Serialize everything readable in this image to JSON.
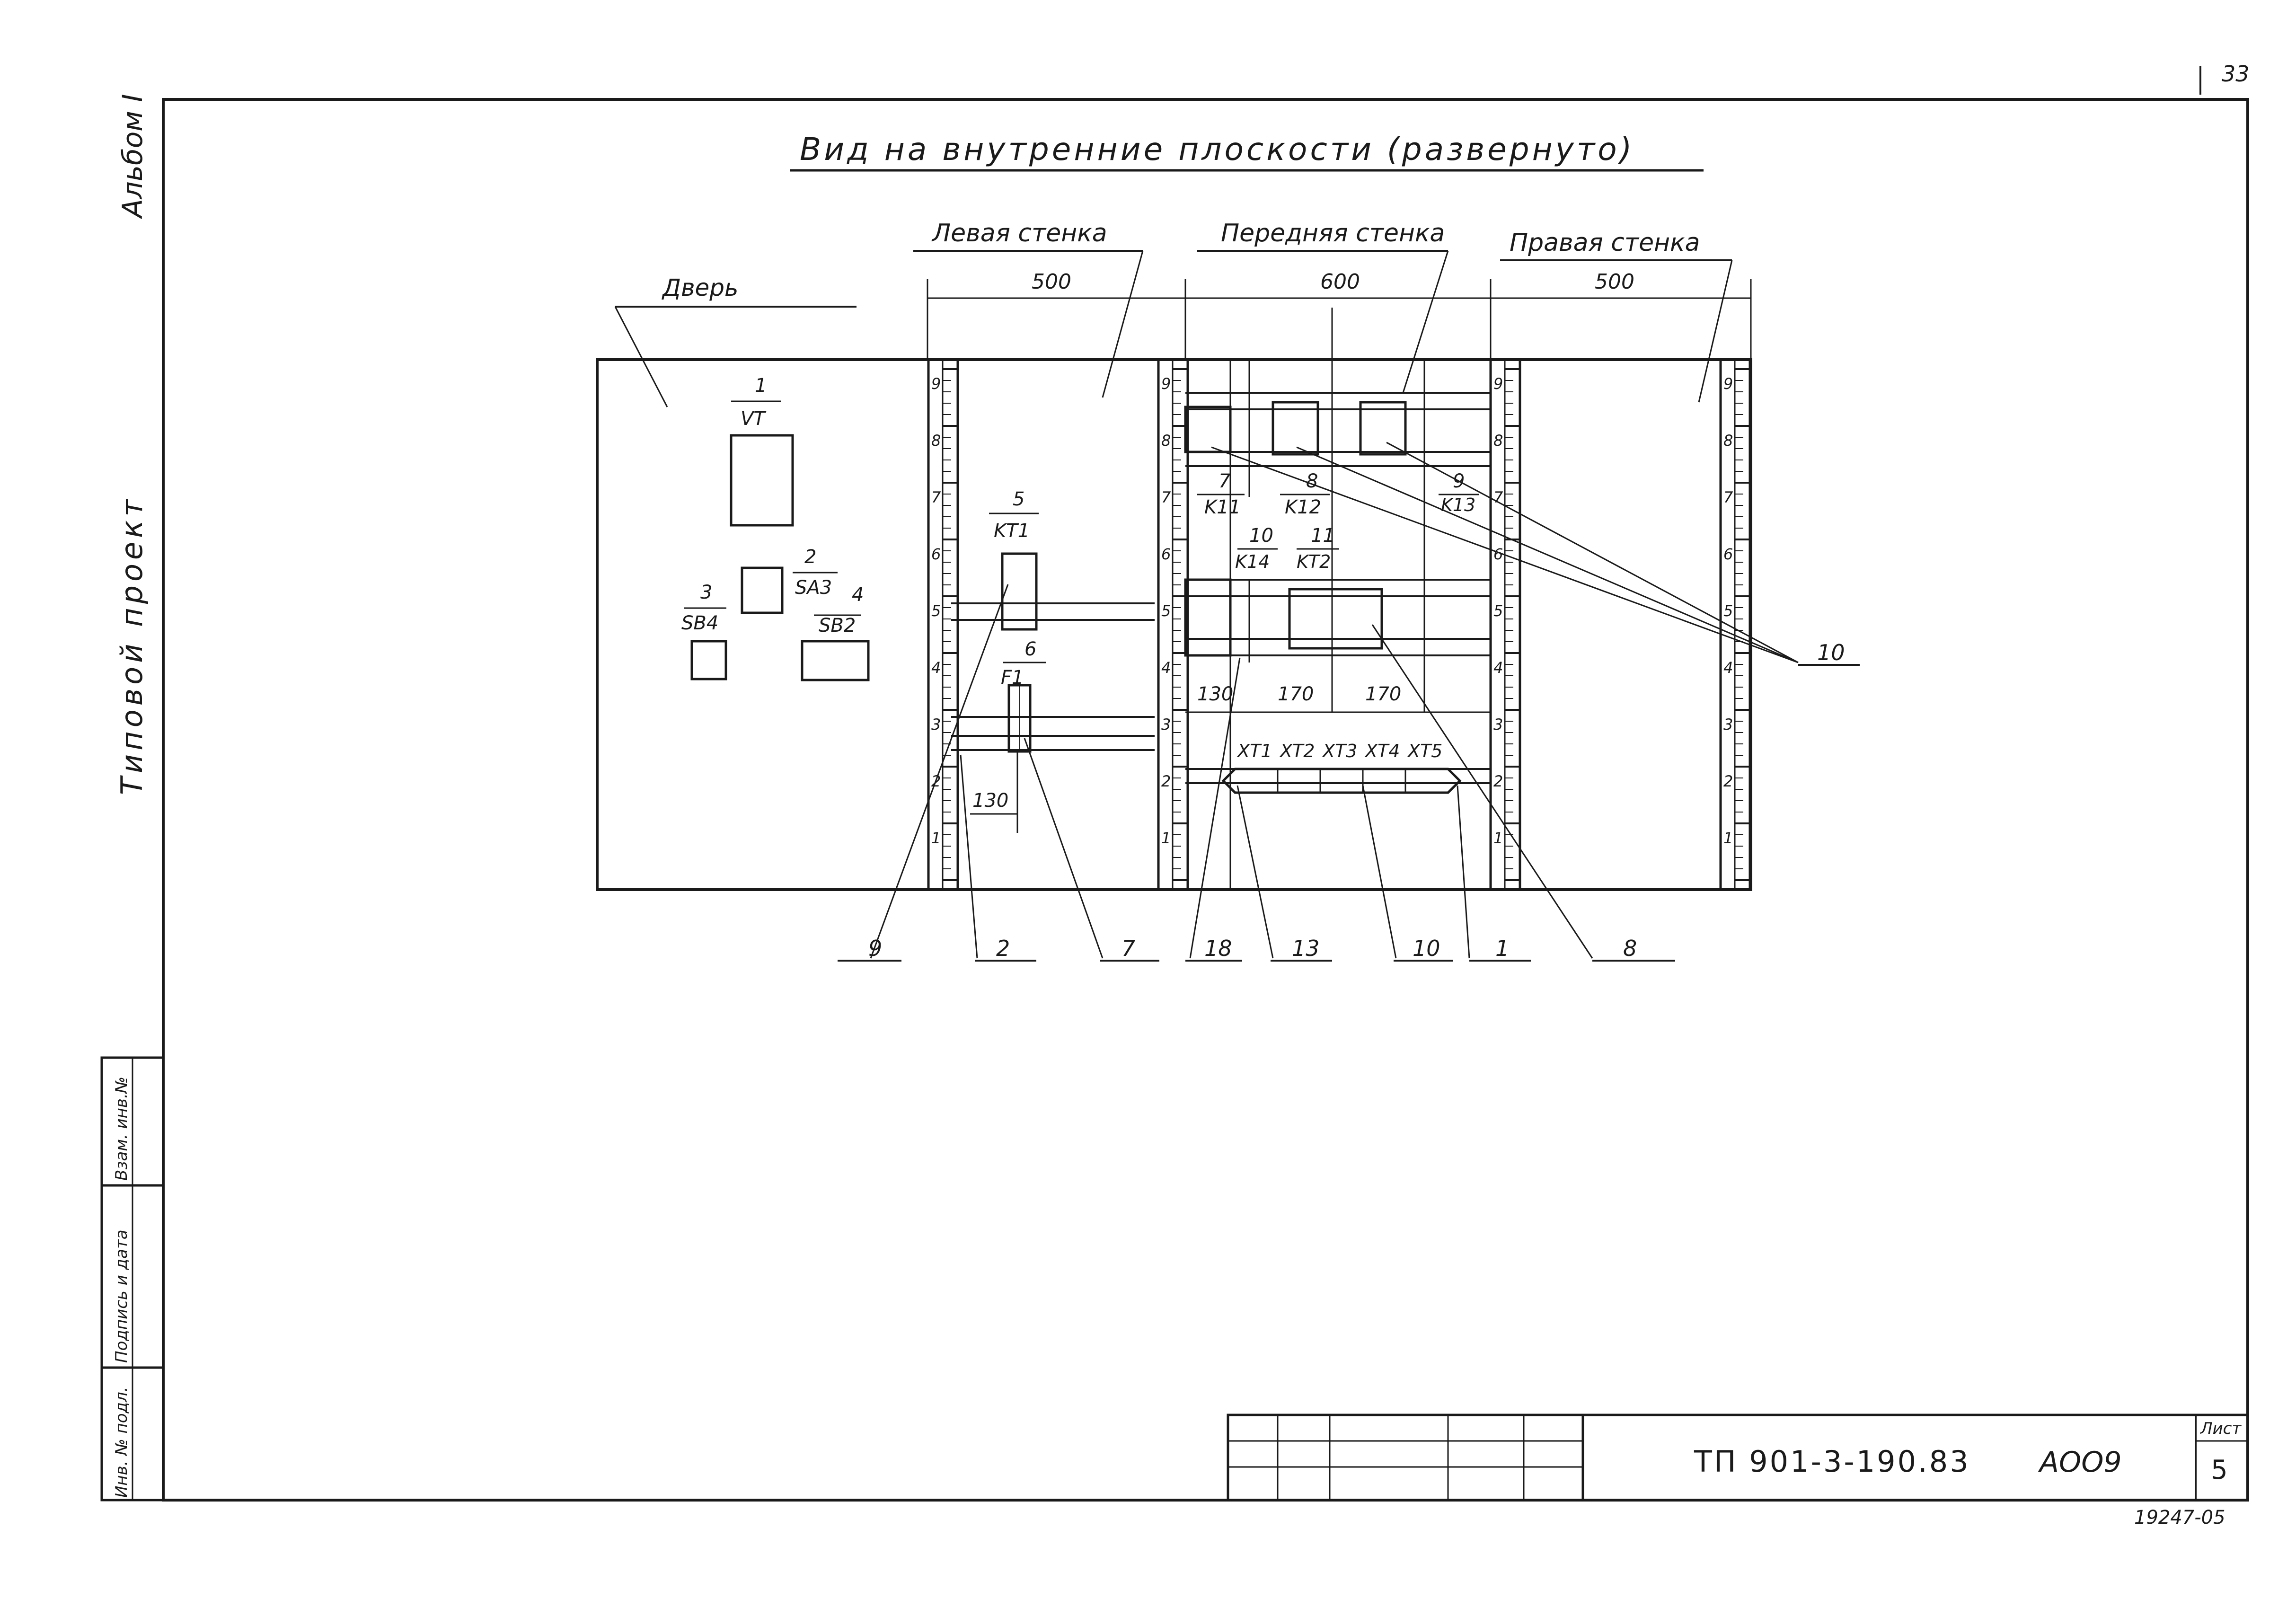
{
  "sheet_corner_number": "33",
  "title": "Вид на внутренние плоскости (развернуто)",
  "left_margin": {
    "album": "Альбом I",
    "project": "Типовой проект"
  },
  "stamp_columns": [
    "Инв. № подл.",
    "Подпись и дата",
    "Взам. инв.№"
  ],
  "panels": [
    {
      "label": "Дверь"
    },
    {
      "label": "Левая стенка",
      "width_dim": "500"
    },
    {
      "label": "Передняя стенка",
      "width_dim": "600"
    },
    {
      "label": "Правая стенка",
      "width_dim": "500"
    }
  ],
  "scale_numbers": [
    "1",
    "2",
    "3",
    "4",
    "5",
    "6",
    "7",
    "8",
    "9"
  ],
  "door_devices": [
    {
      "num": "1",
      "code": "VT"
    },
    {
      "num": "2",
      "code": "SA3"
    },
    {
      "num": "3",
      "code": "SB4"
    },
    {
      "num": "4",
      "code": "SB2"
    }
  ],
  "left_wall_devices": [
    {
      "num": "5",
      "code": "KT1"
    },
    {
      "num": "6",
      "code": "F1"
    }
  ],
  "left_wall_dim": "130",
  "front_wall_devices": [
    {
      "num": "7",
      "code": "K11"
    },
    {
      "num": "8",
      "code": "K12"
    },
    {
      "num": "9",
      "code": "K13"
    },
    {
      "num": "10",
      "code": "K14"
    },
    {
      "num": "11",
      "code": "KT2"
    }
  ],
  "front_wall_dims": [
    "130",
    "170",
    "170"
  ],
  "terminals": [
    "XT1",
    "XT2",
    "XT3",
    "XT4",
    "XT5"
  ],
  "callouts": [
    "9",
    "2",
    "7",
    "18",
    "13",
    "10",
    "1",
    "8"
  ],
  "callout_right": "10",
  "title_block": {
    "designation": "ТП 901-3-190.83",
    "section": "АОО9",
    "sheet_label": "Лист",
    "sheet_number": "5",
    "inventory": "19247-05"
  }
}
